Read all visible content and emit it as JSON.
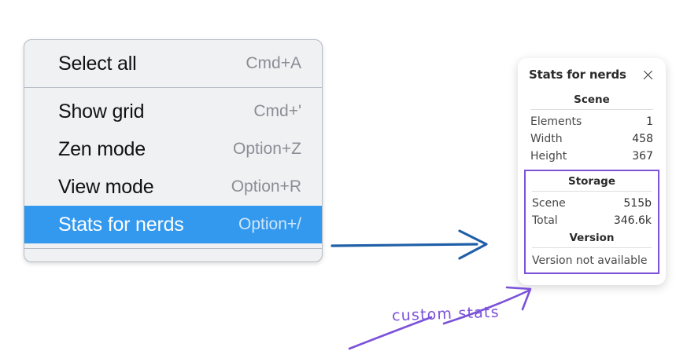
{
  "menu": {
    "groups": [
      {
        "items": [
          {
            "label": "Select all",
            "shortcut": "Cmd+A",
            "selected": false
          }
        ]
      },
      {
        "items": [
          {
            "label": "Show grid",
            "shortcut": "Cmd+'",
            "selected": false
          },
          {
            "label": "Zen mode",
            "shortcut": "Option+Z",
            "selected": false
          },
          {
            "label": "View mode",
            "shortcut": "Option+R",
            "selected": false
          },
          {
            "label": "Stats for nerds",
            "shortcut": "Option+/",
            "selected": true
          }
        ]
      }
    ],
    "highlight_color": "#3399ee"
  },
  "stats_panel": {
    "title": "Stats for nerds",
    "close_icon": "close-icon",
    "scene": {
      "heading": "Scene",
      "rows": [
        {
          "label": "Elements",
          "value": "1"
        },
        {
          "label": "Width",
          "value": "458"
        },
        {
          "label": "Height",
          "value": "367"
        }
      ]
    },
    "storage": {
      "heading": "Storage",
      "rows": [
        {
          "label": "Scene",
          "value": "515b"
        },
        {
          "label": "Total",
          "value": "346.6k"
        }
      ]
    },
    "version": {
      "heading": "Version",
      "text": "Version not available"
    },
    "highlight_border_color": "#7b52d8"
  },
  "annotations": {
    "custom_stats_label": "custom stats",
    "purple": "#7b52d8",
    "blue": "#1f5fa8"
  }
}
